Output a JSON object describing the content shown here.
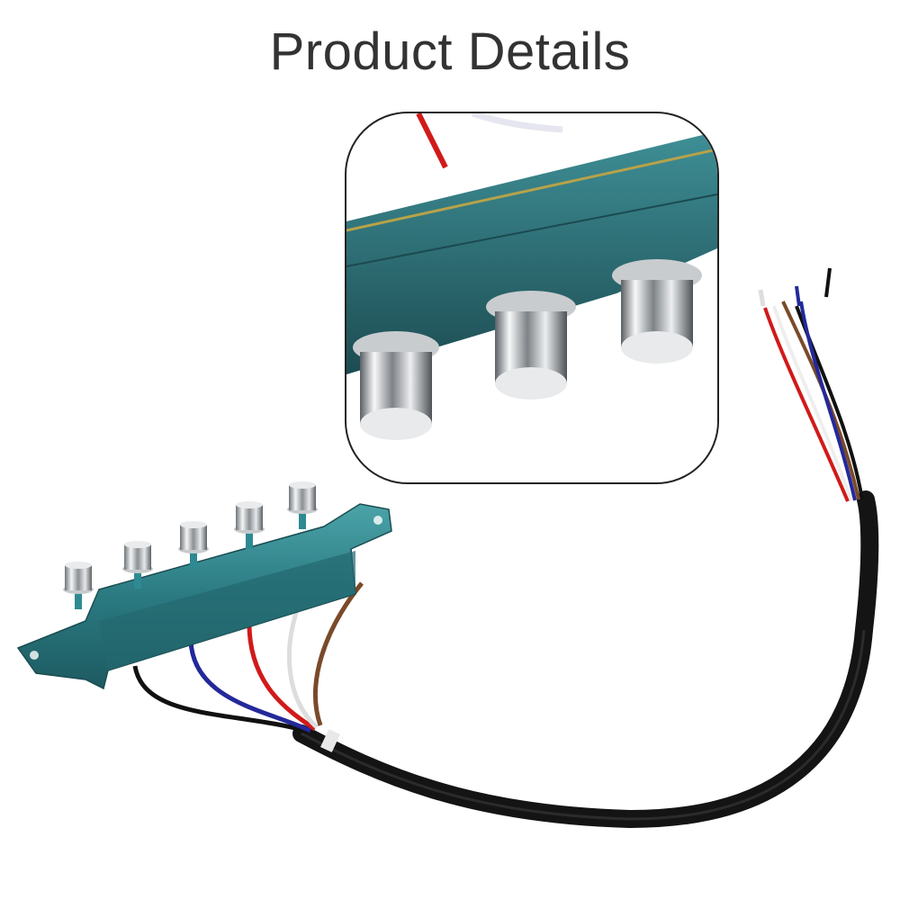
{
  "header": {
    "title": "Product Details"
  },
  "product": {
    "name": "Push button switch panel with 5 chrome buttons and wiring harness",
    "button_count": 5,
    "housing_color": "#2f7f86",
    "button_color": "#d8dadc",
    "wires": [
      {
        "color_name": "black",
        "hex": "#111111"
      },
      {
        "color_name": "blue",
        "hex": "#23299a"
      },
      {
        "color_name": "red",
        "hex": "#d11a1a"
      },
      {
        "color_name": "white",
        "hex": "#f2f2f2"
      },
      {
        "color_name": "brown",
        "hex": "#7a4a2a"
      }
    ],
    "sheath_color": "#141414"
  },
  "inset": {
    "label": "close-up of chrome push buttons"
  }
}
